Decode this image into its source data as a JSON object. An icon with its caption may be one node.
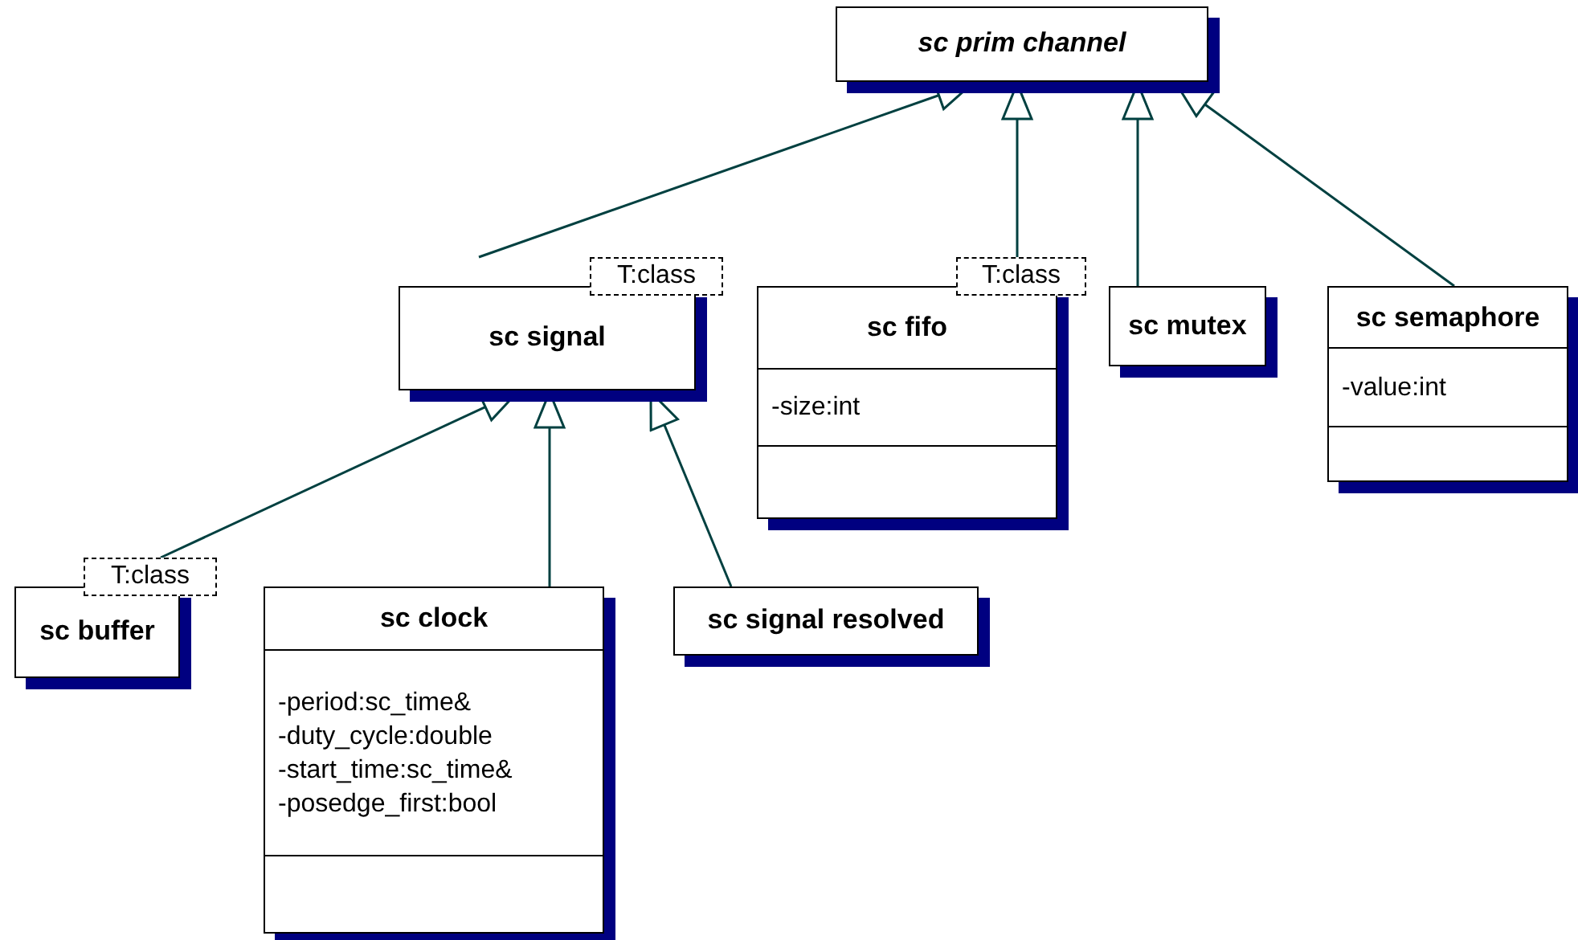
{
  "diagram": {
    "nodes": [
      {
        "text": [
          "sc prim channel"
        ]
      },
      {
        "text": [
          "sc signal"
        ],
        "beside": [
          "T:class"
        ]
      },
      {
        "text": [
          "sc fifo",
          "-size:int"
        ],
        "beside": [
          "T:class"
        ]
      },
      {
        "text": [
          "sc mutex"
        ]
      },
      {
        "text": [
          "sc semaphore",
          "-value:int"
        ]
      },
      {
        "text": [
          "sc buffer"
        ],
        "beside": [
          "T:class"
        ]
      },
      {
        "text": [
          "sc clock",
          "-period:sc_time&",
          "-duty_cycle:double",
          "-start_time:sc_time&",
          "-posedge_first:bool"
        ]
      },
      {
        "text": [
          "sc signal resolved"
        ]
      }
    ],
    "edges": [
      {
        "from": 1,
        "to": 0,
        "arrow": "to"
      },
      {
        "from": 2,
        "to": 0,
        "arrow": "to"
      },
      {
        "from": 3,
        "to": 0,
        "arrow": "to"
      },
      {
        "from": 4,
        "to": 0,
        "arrow": "to"
      },
      {
        "from": 5,
        "to": 1,
        "arrow": "to"
      },
      {
        "from": 6,
        "to": 1,
        "arrow": "to"
      },
      {
        "from": 7,
        "to": 1,
        "arrow": "to"
      }
    ]
  }
}
